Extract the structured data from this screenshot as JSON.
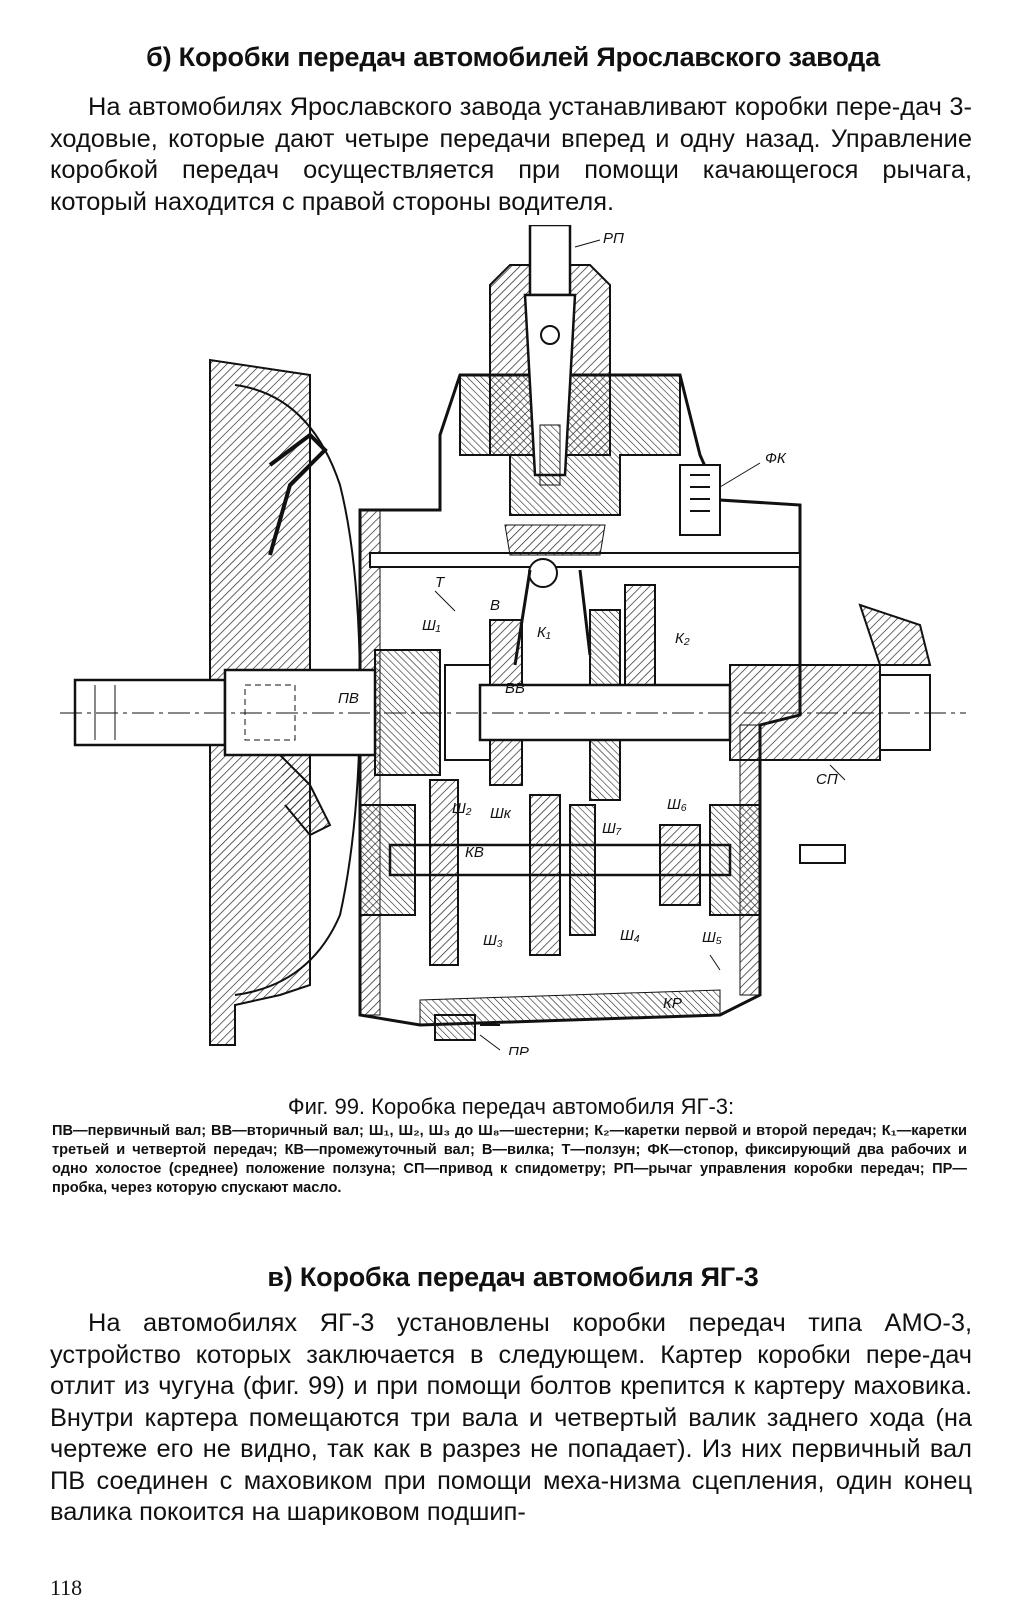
{
  "section_b": {
    "heading": "б) Коробки передач автомобилей Ярославского завода",
    "paragraph": "На автомобилях Ярославского завода устанавливают коробки пере-дач 3-ходовые, которые дают четыре передачи вперед и одну назад. Управление коробкой передач осуществляется при помощи качающегося рычага, который находится с правой стороны водителя."
  },
  "figure": {
    "labels": {
      "rp": "РП",
      "fk": "ФК",
      "t": "Т",
      "v": "В",
      "sh1": "Ш₁",
      "k1": "К₁",
      "k2": "К₂",
      "pv": "ПВ",
      "vv": "ВВ",
      "sh2": "Ш₂",
      "shk": "Шк",
      "sh6": "Ш₆",
      "sp": "СП",
      "sh7": "Ш₇",
      "kv": "КВ",
      "sh3": "Ш₃",
      "sh4": "Ш₄",
      "sh5": "Ш₅",
      "kr": "КР",
      "pr": "ПР"
    },
    "caption_title": "Фиг. 99. Коробка передач автомобиля ЯГ-3:",
    "caption_legend": "ПВ—первичный вал; ВВ—вторичный вал; Ш₁, Ш₂, Ш₃ до Ш₈—шестерни; К₂—каретки первой и второй передач; К₁—каретки третьей и четвертой передач; КВ—промежуточный вал; В—вилка; Т—ползун; ФК—стопор, фиксирующий два рабочих и одно холостое (среднее) положение ползуна; СП—привод к спидометру; РП—рычаг управления коробки передач; ПР—пробка, через которую спускают масло."
  },
  "section_v": {
    "heading": "в) Коробка передач автомобиля ЯГ-3",
    "paragraph": "На автомобилях ЯГ-3 установлены коробки передач типа АМО-3, устройство которых заключается в следующем. Картер коробки пере-дач отлит из чугуна (фиг. 99) и при помощи болтов крепится к картеру маховика. Внутри картера помещаются три вала и четвертый валик заднего хода (на чертеже его не видно, так как в разрез не попадает). Из них первичный вал ПВ соединен с маховиком при помощи меха-низма сцепления, один конец валика покоится на шариковом подшип-"
  },
  "page_number": "118"
}
